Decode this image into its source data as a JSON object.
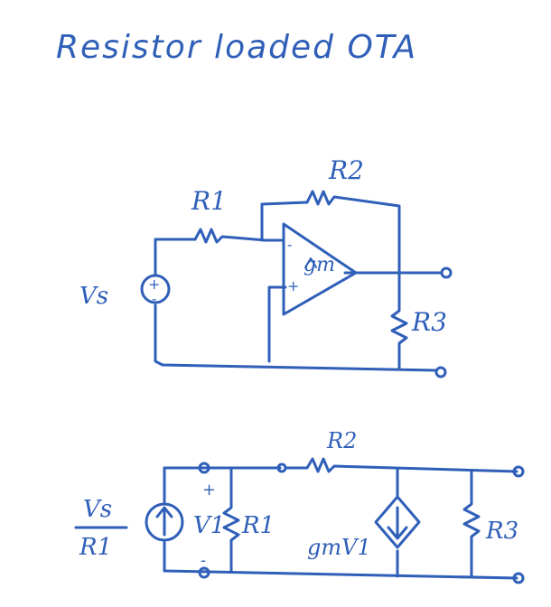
{
  "title": "Resistor loaded OTA",
  "ink_color": "#2f5fb8",
  "top_circuit": {
    "source_label": "Vs",
    "r1_label": "R1",
    "r2_label": "R2",
    "r3_label": "R3",
    "ota_label": "gm",
    "ota_minus": "-",
    "ota_plus": "+",
    "source_plus": "+",
    "source_minus": "-"
  },
  "bottom_circuit": {
    "source_label_num": "Vs",
    "source_label_den": "R1",
    "r1_label": "R1",
    "r2_label": "R2",
    "r3_label": "R3",
    "v1_label": "V1",
    "v1_plus": "+",
    "v1_minus": "-",
    "vccs_label": "gmV1"
  }
}
